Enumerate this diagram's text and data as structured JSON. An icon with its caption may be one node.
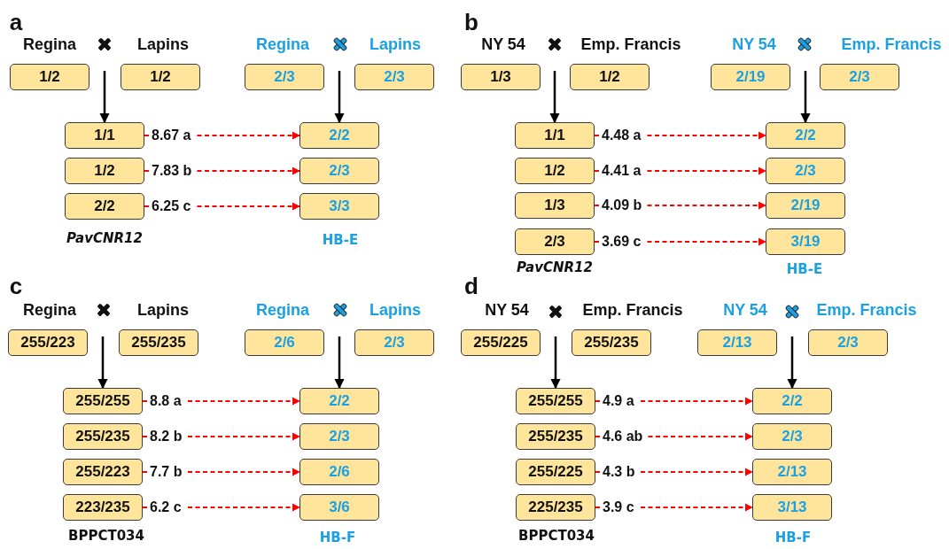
{
  "diagram": {
    "nodes": [
      {
        "text": [
          "1/2"
        ],
        "beside": [
          "Regina"
        ]
      },
      {
        "text": [
          "1/2"
        ],
        "beside": [
          "Lapins"
        ]
      },
      {
        "text": [
          "2/3"
        ],
        "beside": [
          "Regina"
        ]
      },
      {
        "text": [
          "2/3"
        ],
        "beside": [
          "Lapins"
        ]
      },
      {
        "text": [
          "1/1"
        ]
      },
      {
        "text": [
          "2/2"
        ]
      },
      {
        "text": [
          "1/2"
        ]
      },
      {
        "text": [
          "2/3"
        ]
      },
      {
        "text": [
          "2/2"
        ]
      },
      {
        "text": [
          "3/3"
        ]
      },
      {
        "text": [
          "1/3"
        ],
        "beside": [
          "NY 54"
        ]
      },
      {
        "text": [
          "1/2"
        ],
        "beside": [
          "Emp. Francis"
        ]
      },
      {
        "text": [
          "2/19"
        ],
        "beside": [
          "NY 54"
        ]
      },
      {
        "text": [
          "2/3"
        ],
        "beside": [
          "Emp. Francis"
        ]
      },
      {
        "text": [
          "1/1"
        ]
      },
      {
        "text": [
          "2/2"
        ]
      },
      {
        "text": [
          "1/2"
        ]
      },
      {
        "text": [
          "2/3"
        ]
      },
      {
        "text": [
          "1/3"
        ]
      },
      {
        "text": [
          "2/19"
        ]
      },
      {
        "text": [
          "2/3"
        ]
      },
      {
        "text": [
          "3/19"
        ]
      },
      {
        "text": [
          "255/223"
        ],
        "beside": [
          "Regina"
        ]
      },
      {
        "text": [
          "255/235"
        ],
        "beside": [
          "Lapins"
        ]
      },
      {
        "text": [
          "2/6"
        ],
        "beside": [
          "Regina"
        ]
      },
      {
        "text": [
          "2/3"
        ],
        "beside": [
          "Lapins"
        ]
      },
      {
        "text": [
          "255/255"
        ]
      },
      {
        "text": [
          "2/2"
        ]
      },
      {
        "text": [
          "255/235"
        ]
      },
      {
        "text": [
          "2/3"
        ]
      },
      {
        "text": [
          "255/223"
        ]
      },
      {
        "text": [
          "2/6"
        ]
      },
      {
        "text": [
          "223/235"
        ]
      },
      {
        "text": [
          "3/6"
        ]
      },
      {
        "text": [
          "255/225"
        ],
        "beside": [
          "NY 54"
        ]
      },
      {
        "text": [
          "255/235"
        ],
        "beside": [
          "Emp. Francis"
        ]
      },
      {
        "text": [
          "2/13"
        ],
        "beside": [
          "NY 54"
        ]
      },
      {
        "text": [
          "2/3"
        ],
        "beside": [
          "Emp. Francis"
        ]
      },
      {
        "text": [
          "255/255"
        ]
      },
      {
        "text": [
          "2/2"
        ]
      },
      {
        "text": [
          "255/235"
        ]
      },
      {
        "text": [
          "2/3"
        ]
      },
      {
        "text": [
          "255/225"
        ]
      },
      {
        "text": [
          "2/13"
        ]
      },
      {
        "text": [
          "225/235"
        ]
      },
      {
        "text": [
          "3/13"
        ]
      }
    ],
    "edges": [
      {
        "from": null,
        "to": 4,
        "arrow": "to",
        "color": "#000000"
      },
      {
        "from": null,
        "to": 5,
        "arrow": "to",
        "color": "#000000"
      },
      {
        "from": 4,
        "to": 5,
        "arrow": "to",
        "label": "8.67 a",
        "style": "dashed"
      },
      {
        "from": 6,
        "to": 7,
        "arrow": "to",
        "label": "7.83 b",
        "style": "dashed"
      },
      {
        "from": 8,
        "to": 9,
        "arrow": "to",
        "label": "6.25 c",
        "style": "dashed"
      },
      {
        "from": null,
        "to": 14,
        "arrow": "to",
        "color": "#000000"
      },
      {
        "from": null,
        "to": 15,
        "arrow": "to",
        "color": "#000000"
      },
      {
        "from": 14,
        "to": 15,
        "arrow": "to",
        "label": "4.48 a",
        "style": "dashed"
      },
      {
        "from": 16,
        "to": 17,
        "arrow": "to",
        "label": "4.41 a",
        "style": "dashed"
      },
      {
        "from": 18,
        "to": 19,
        "arrow": "to",
        "label": "4.09 b",
        "style": "dashed"
      },
      {
        "from": 20,
        "to": 21,
        "arrow": "to",
        "label": "3.69 c",
        "style": "dashed"
      },
      {
        "from": null,
        "to": 26,
        "arrow": "to",
        "color": "#000000"
      },
      {
        "from": null,
        "to": 27,
        "arrow": "to",
        "color": "#000000"
      },
      {
        "from": 26,
        "to": 27,
        "arrow": "to",
        "label": "8.8 a",
        "style": "dashed"
      },
      {
        "from": 28,
        "to": 29,
        "arrow": "to",
        "label": "8.2 b",
        "style": "dashed"
      },
      {
        "from": 30,
        "to": 31,
        "arrow": "to",
        "label": "7.7 b",
        "style": "dashed"
      },
      {
        "from": 32,
        "to": 33,
        "arrow": "to",
        "label": "6.2 c",
        "style": "dashed"
      },
      {
        "from": null,
        "to": 38,
        "arrow": "to",
        "color": "#000000"
      },
      {
        "from": null,
        "to": 39,
        "arrow": "to",
        "color": "#000000"
      },
      {
        "from": 38,
        "to": 39,
        "arrow": "to",
        "label": "4.9 a",
        "style": "dashed"
      },
      {
        "from": 40,
        "to": 41,
        "arrow": "to",
        "label": "4.6 ab",
        "style": "dashed"
      },
      {
        "from": 42,
        "to": 43,
        "arrow": "to",
        "label": "4.3 b",
        "style": "dashed"
      },
      {
        "from": 44,
        "to": 45,
        "arrow": "to",
        "label": "3.9 c",
        "style": "dashed"
      }
    ],
    "labels": [
      "a",
      "b",
      "PavCNR12",
      "HB-E",
      "PavCNR12",
      "HB-E",
      "c",
      "d",
      "BPPCT034",
      "HB-F",
      "BPPCT034",
      "HB-F"
    ]
  }
}
